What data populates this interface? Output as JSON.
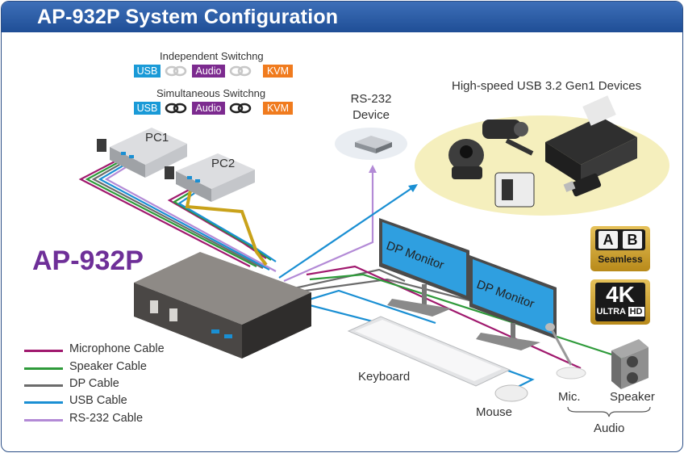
{
  "header": {
    "title": "AP-932P System Configuration"
  },
  "device": {
    "name": "AP-932P"
  },
  "switching": {
    "independent_title": "Independent Switchng",
    "simultaneous_title": "Simultaneous Switchng",
    "tags": {
      "usb": "USB",
      "audio": "Audio",
      "kvm": "KVM"
    }
  },
  "labels": {
    "pc1": "PC1",
    "pc2": "PC2",
    "rs232_line1": "RS-232",
    "rs232_line2": "Device",
    "usb_devices": "High-speed USB 3.2 Gen1 Devices",
    "monitor1": "DP Monitor",
    "monitor2": "DP Monitor",
    "keyboard": "Keyboard",
    "mouse": "Mouse",
    "mic": "Mic.",
    "speaker": "Speaker",
    "audio": "Audio"
  },
  "badges": {
    "ab_left": "A",
    "ab_right": "B",
    "seamless": "Seamless",
    "k4": "4K",
    "ultra": "ULTRA",
    "hd": "HD"
  },
  "legend": [
    {
      "label": "Microphone Cable",
      "color": "#a0196e"
    },
    {
      "label": "Speaker Cable",
      "color": "#2e9a3a"
    },
    {
      "label": "DP Cable",
      "color": "#6b6b6b"
    },
    {
      "label": "USB Cable",
      "color": "#1a8fd3"
    },
    {
      "label": "RS-232 Cable",
      "color": "#b38ad6"
    }
  ],
  "colors": {
    "header": "#2a5ba5",
    "device_name": "#6e2f98",
    "usb_ellipse": "#f5efbd",
    "rs232_ellipse": "#e9edf2",
    "monitor_screen": "#2f9fe0",
    "kvm_cable": "#c9a21a"
  }
}
